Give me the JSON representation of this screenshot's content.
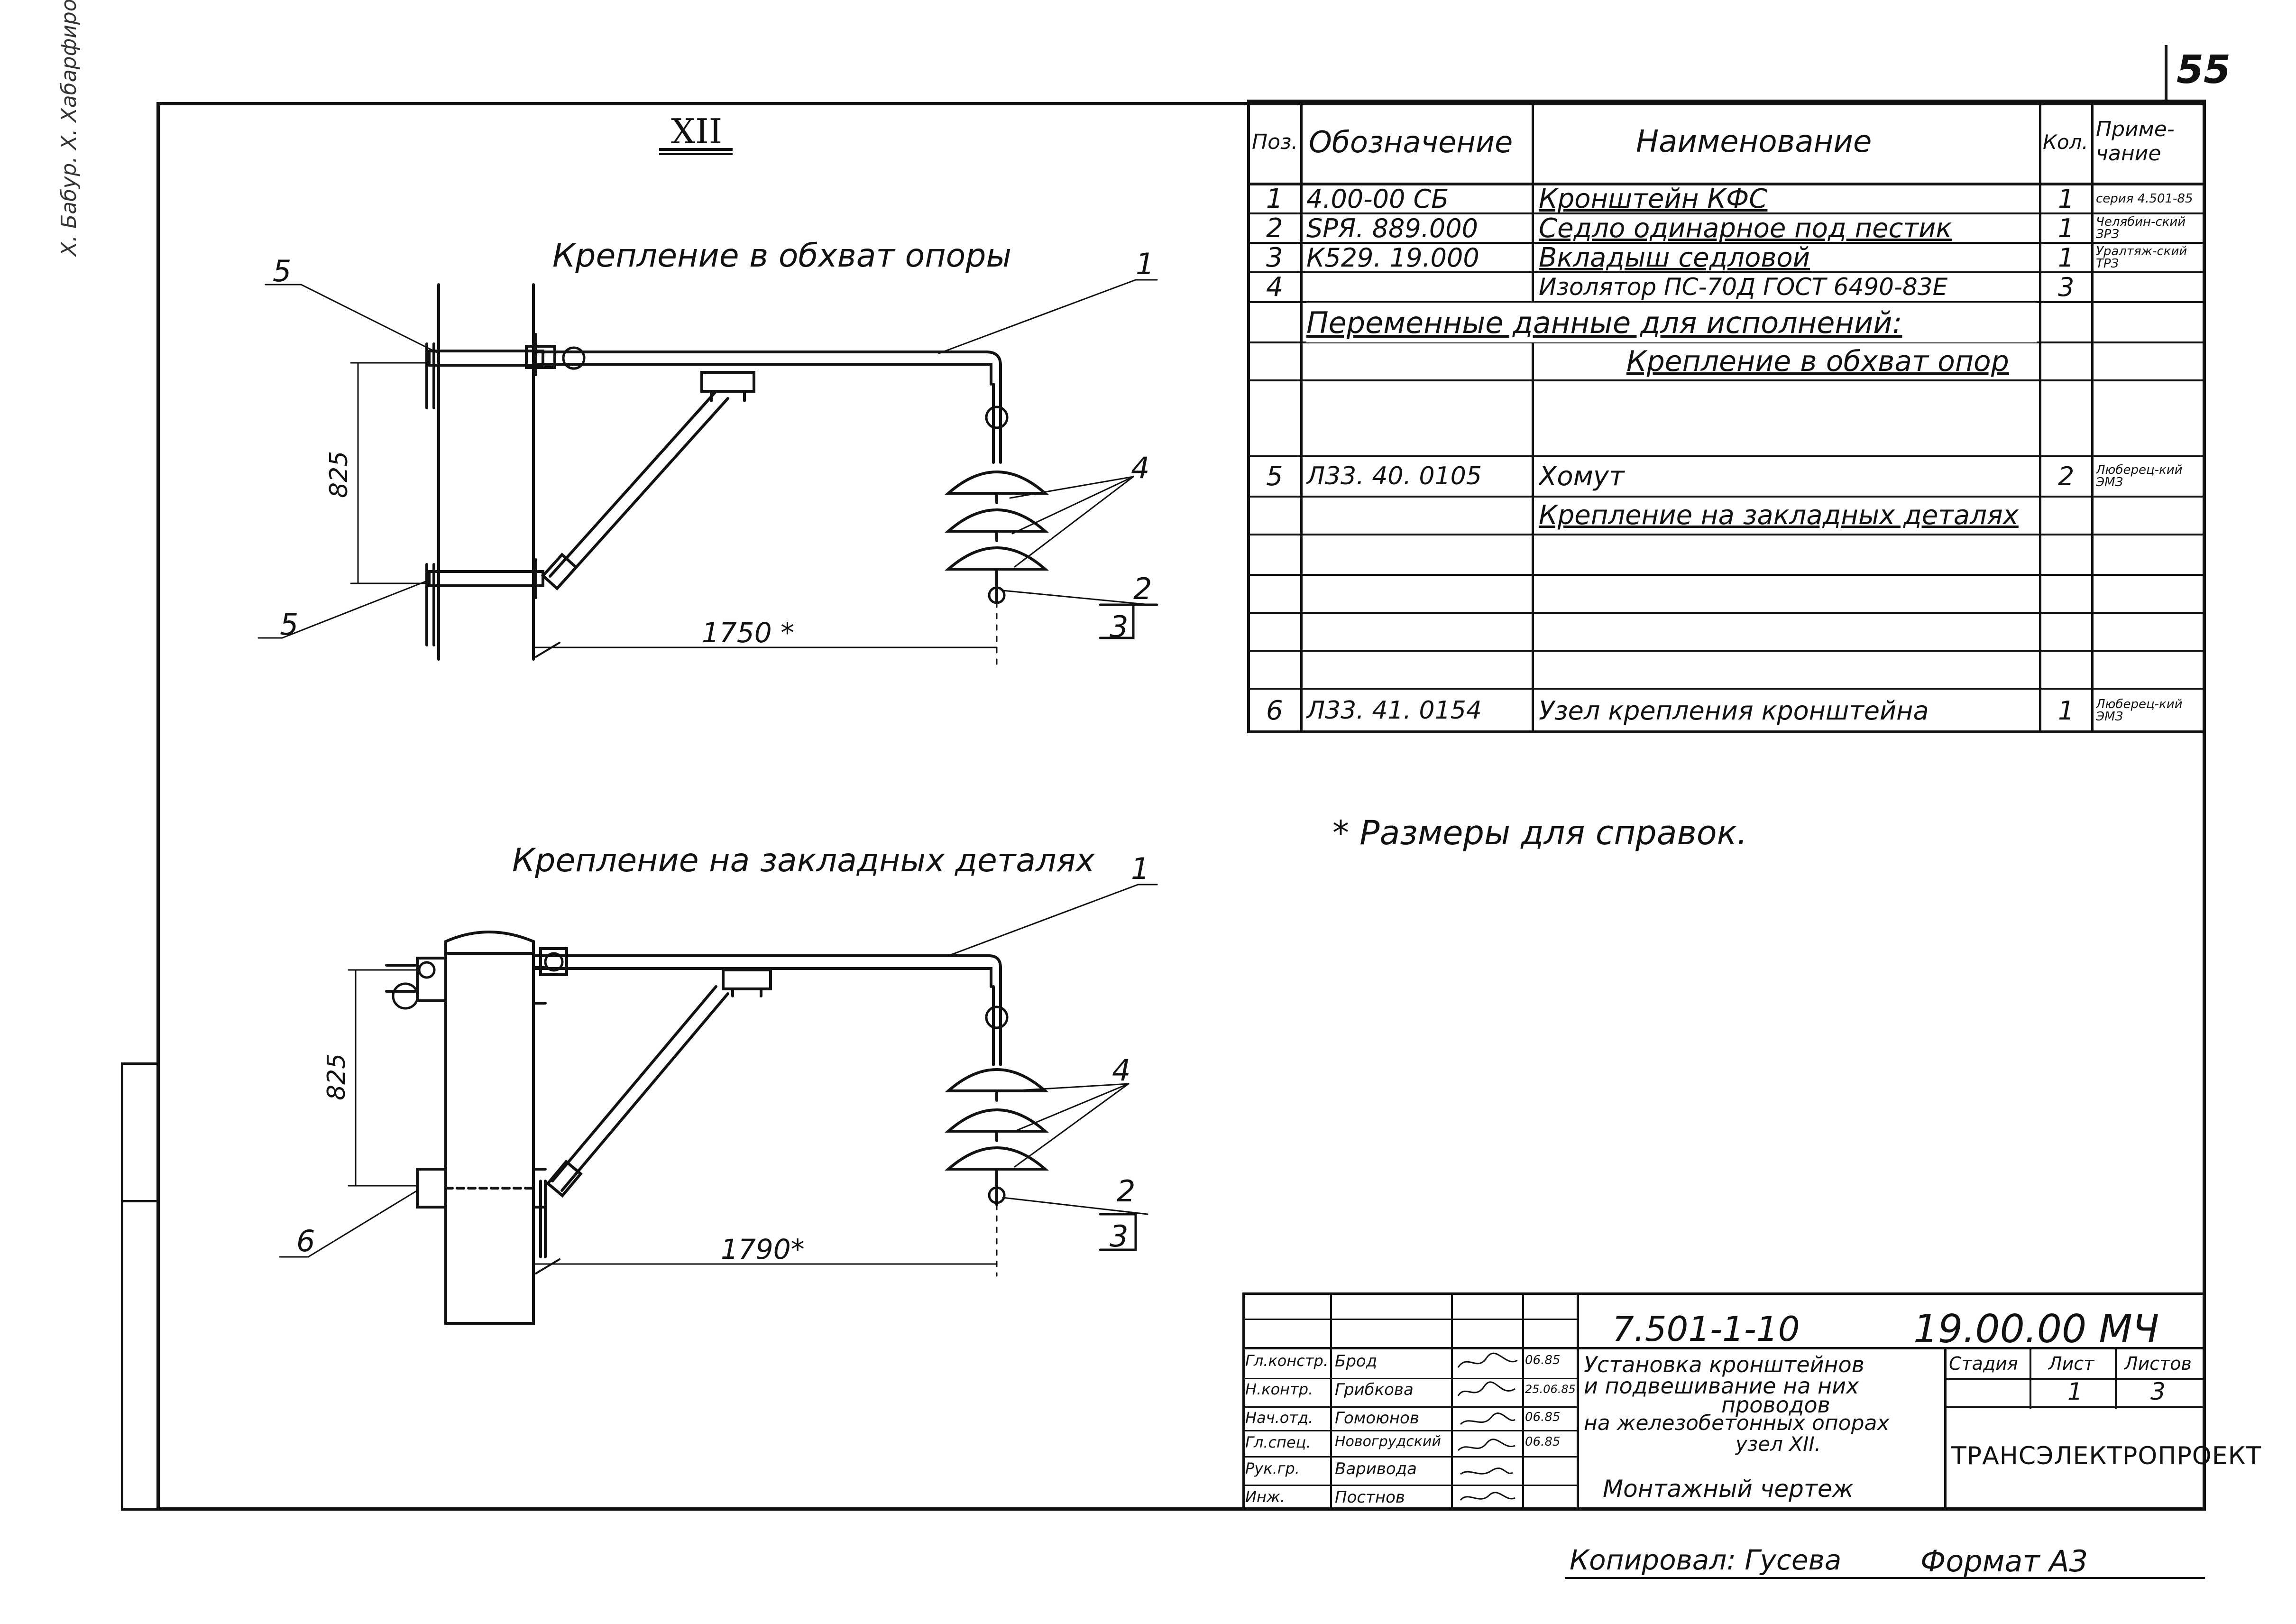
{
  "sheet_number": "55",
  "side_stamp": "Х. Бабур. Х. Хабарфиров.",
  "view_title": "XII",
  "view_top": {
    "caption": "Крепление в обхват опоры",
    "dimension_vertical": "825",
    "dimension_horizontal": "1750 *",
    "callouts": [
      "5",
      "1",
      "4",
      "5",
      "2",
      "3"
    ]
  },
  "view_bottom": {
    "caption": "Крепление на закладных деталях",
    "dimension_vertical": "825",
    "dimension_horizontal": "1790*",
    "callouts": [
      "1",
      "4",
      "6",
      "2",
      "3"
    ]
  },
  "spec_table": {
    "headers": {
      "pos": "Поз.",
      "designation": "Обозначение",
      "name": "Наименование",
      "qty": "Кол.",
      "note": "Приме-чание"
    },
    "rows": [
      {
        "pos": "1",
        "designation": "4.00-00 СБ",
        "name": "Кронштейн КФС",
        "qty": "1",
        "note": "серия 4.501-85"
      },
      {
        "pos": "2",
        "designation": "SPЯ. 889.000",
        "name": "Седло одинарное под пестик",
        "qty": "1",
        "note": "Челябин-ский ЗРЗ"
      },
      {
        "pos": "3",
        "designation": "К529. 19.000",
        "name": "Вкладыш седловой",
        "qty": "1",
        "note": "Уралтяж-ский ТРЗ"
      },
      {
        "pos": "4",
        "designation": "",
        "name": "Изолятор ПС-70Д ГОСТ 6490-83Е",
        "qty": "3",
        "note": ""
      }
    ],
    "variable_header": "Переменные данные для исполнений:",
    "group1_label": "Крепление в обхват опор",
    "group1_rows": [
      {
        "pos": "5",
        "designation": "Л33. 40. 0105",
        "name": "Хомут",
        "qty": "2",
        "note": "Люберец-кий ЭМЗ"
      }
    ],
    "group2_label": "Крепление на закладных деталях",
    "group2_rows": [
      {
        "pos": "6",
        "designation": "Л33. 41. 0154",
        "name": "Узел крепления кронштейна",
        "qty": "1",
        "note": "Люберец-кий ЭМЗ"
      }
    ]
  },
  "note": "* Размеры для справок.",
  "title_block": {
    "code": "7.501-1-10",
    "doc_number": "19.00.00 МЧ",
    "roles": [
      {
        "role": "Гл.констр.",
        "name": "Брод",
        "date": "06.85"
      },
      {
        "role": "Н.контр.",
        "name": "Грибкова",
        "date": "25.06.85"
      },
      {
        "role": "Нач.отд.",
        "name": "Гомоюнов",
        "date": "06.85"
      },
      {
        "role": "Гл.спец.",
        "name": "Новогрудский",
        "date": "06.85"
      },
      {
        "role": "Рук.гр.",
        "name": "Вариводa",
        "date": ""
      },
      {
        "role": "Инж.",
        "name": "Постнов",
        "date": ""
      }
    ],
    "title_lines": [
      "Установка кронштейнов",
      "и подвешивание на них",
      "проводов",
      "на железобетонных опорах",
      "узел XII.",
      "Монтажный чертеж"
    ],
    "stage_label": "Стадия",
    "sheet_label": "Лист",
    "sheets_label": "Листов",
    "stage_value": "",
    "sheet_value": "1",
    "sheets_value": "3",
    "organization": "ТРАНСЭЛЕКТРОПРОЕКТ"
  },
  "copied_by": "Копировал: Гусева",
  "format": "Формат А3"
}
